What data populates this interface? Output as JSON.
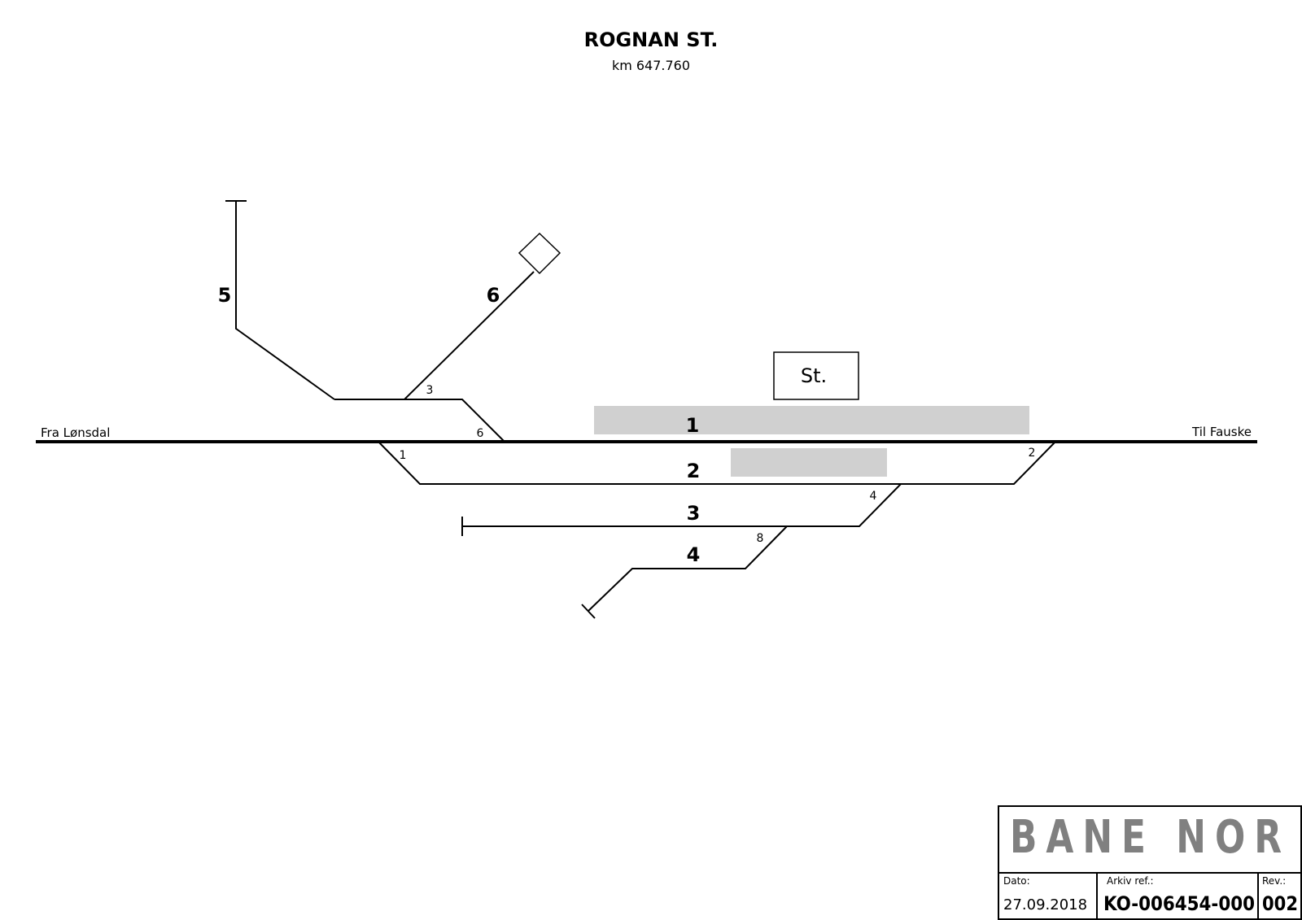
{
  "header": {
    "title": "ROGNAN ST.",
    "subtitle": "km 647.760"
  },
  "ends": {
    "left": "Fra Lønsdal",
    "right": "Til Fauske"
  },
  "tracks": [
    "1",
    "2",
    "3",
    "4",
    "5",
    "6"
  ],
  "switches": [
    "3",
    "6",
    "1",
    "2",
    "4",
    "8"
  ],
  "building": {
    "label": "St."
  },
  "title_block": {
    "logo": "BANE NOR",
    "date_label": "Dato:",
    "date": "27.09.2018",
    "archive_label": "Arkiv ref.:",
    "archive": "KO-006454-000",
    "rev_label": "Rev.:",
    "rev": "002"
  },
  "colors": {
    "platform": "#d0d0d0",
    "logo": "#808080",
    "line": "#000000"
  }
}
